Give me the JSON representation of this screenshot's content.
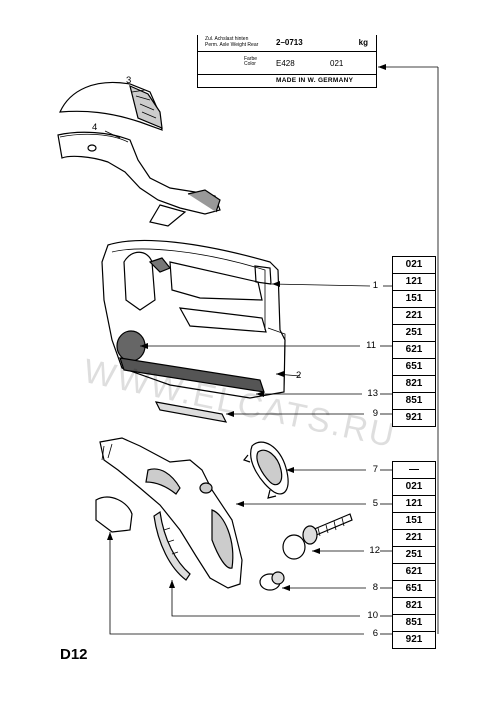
{
  "plate": {
    "weight_label_1": "Zul. Achslast hinten",
    "weight_label_2": "Perm. Axle Weight Rear",
    "weight_value": "2–0713",
    "weight_unit": "kg",
    "color_label_1": "Farbe",
    "color_label_2": "Color",
    "color_code": "E428",
    "color_number": "021",
    "made_in": "MADE IN W. GERMANY"
  },
  "callouts": {
    "p1": "1",
    "p2": "2",
    "p3": "3",
    "p4": "4",
    "p5": "5",
    "p6": "6",
    "p7": "7",
    "p8": "8",
    "p9": "9",
    "p10": "10",
    "p11": "11",
    "p12": "12",
    "p13": "13"
  },
  "code_table_1": [
    "021",
    "121",
    "151",
    "221",
    "251",
    "621",
    "651",
    "821",
    "851",
    "921"
  ],
  "code_table_2": [
    "—",
    "021",
    "121",
    "151",
    "221",
    "251",
    "621",
    "651",
    "821",
    "851",
    "921"
  ],
  "watermark": "WWW.ELCATS.RU",
  "page_label": "D12"
}
